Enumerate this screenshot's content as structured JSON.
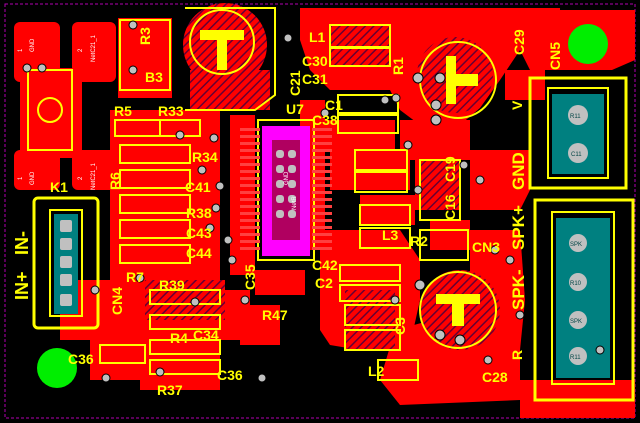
{
  "board": {
    "designators": {
      "r3": "R3",
      "r1_top": "R1",
      "b3": "B3",
      "l1": "L1",
      "c29": "C29",
      "cn5": "CN5",
      "c30": "C30",
      "c31": "C31",
      "c21": "C21",
      "r1": "R1",
      "u7": "U7",
      "c1": "C1",
      "c38": "C38",
      "r5": "R5",
      "r33": "R33",
      "r34": "R34",
      "r6": "R6",
      "c41": "C41",
      "r38": "R38",
      "c43": "C43",
      "c44": "C44",
      "c16": "C16",
      "c19": "C19",
      "l3": "L3",
      "r2": "R2",
      "cn3": "CN3",
      "k1": "K1",
      "c35": "C35",
      "c42": "C42",
      "c2": "C2",
      "r7": "R7",
      "r39": "R39",
      "cn4": "CN4",
      "r47": "R47",
      "r4": "R4",
      "c34": "C34",
      "c3": "C3",
      "c36a": "C36",
      "c36b": "C36",
      "r37": "R37",
      "l2": "L2",
      "c28": "C28",
      "r": "R",
      "v": "V"
    },
    "connector_labels": {
      "in_plus": "IN+",
      "in_minus": "IN-",
      "spk_minus": "SPK-",
      "spk_plus": "SPK+",
      "gnd": "GND"
    },
    "small_text": {
      "gnd1": "GND",
      "gnd2": "GND",
      "net_a": "NetC21_1",
      "net_b": "NetC21_1",
      "one_a": "1",
      "two_a": "2",
      "one_b": "1",
      "two_b": "2",
      "pad_r10": "R10",
      "pad_cn5_1": "R11",
      "pad_cn5_2": "C11",
      "pad_u7_1": "GND",
      "pad_u7_2": "NetR",
      "pad_spk1": "SPK",
      "pad_spk2": "SPK",
      "pad_spk3": "R10",
      "pad_spk4": "R11"
    }
  },
  "colors": {
    "background": "#000000",
    "copper": "#ff0000",
    "silkscreen": "#ffff00",
    "pads": "#c0c0c0",
    "fiducial": "#00ff00",
    "component_body": "#ff00ff",
    "drill_pad": "#008080",
    "outline": "#ff00ff"
  }
}
